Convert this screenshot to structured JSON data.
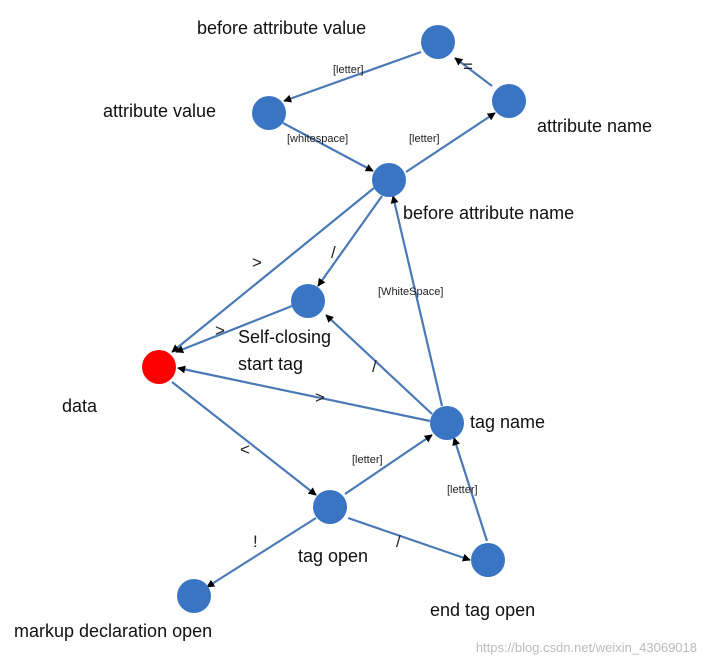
{
  "colors": {
    "node": "#3a75c4",
    "start_node": "#ff0000",
    "edge": "#4a79b5",
    "arrowhead": "#000000"
  },
  "states": {
    "before_attribute_value": "before attribute value",
    "attribute_value": "attribute value",
    "attribute_name": "attribute name",
    "before_attribute_name": "before attribute name",
    "self_closing_line1": "Self-closing",
    "self_closing_line2": "start tag",
    "data": "data",
    "tag_name": "tag name",
    "tag_open": "tag open",
    "end_tag_open": "end tag open",
    "markup_declaration_open": "markup declaration open"
  },
  "transitions": {
    "bav_to_av": "[letter]",
    "an_to_bav": "=",
    "av_to_ban": "[whitespace]",
    "ban_to_an": "[letter]",
    "ban_to_data": ">",
    "ban_to_sc": "/",
    "sc_to_data": ">",
    "tn_to_sc": "/",
    "tn_to_ban": "[WhiteSpace]",
    "tn_to_data": ">",
    "data_to_to": "<",
    "to_to_tn": "[letter]",
    "to_to_mdo": "!",
    "to_to_eto": "/",
    "eto_to_tn": "[letter]"
  },
  "watermark": "https://blog.csdn.net/weixin_43069018"
}
